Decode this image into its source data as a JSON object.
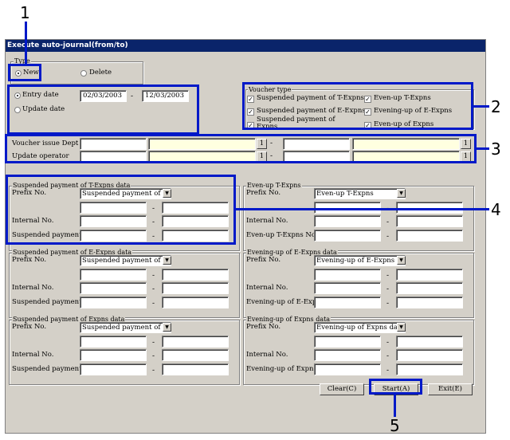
{
  "window": {
    "title": "Execute auto-journal(from/to)"
  },
  "type_group": {
    "label": "Type",
    "options": [
      "New",
      "Delete"
    ],
    "selected": "New"
  },
  "date_group": {
    "entry_date_label": "Entry date",
    "update_date_label": "Update date",
    "selected": "Entry date",
    "from": "02/03/2003",
    "to": "12/03/2003",
    "separator": "-"
  },
  "voucher_type": {
    "label": "Voucher type",
    "items": [
      {
        "label": "Suspended payment of T-Expns",
        "checked": true
      },
      {
        "label": "Even-up T-Expns",
        "checked": true
      },
      {
        "label": "Suspended payment of E-Expns",
        "checked": true
      },
      {
        "label": "Evening-up of E-Expns",
        "checked": true
      },
      {
        "label": "Suspended payment of Expns",
        "checked": true
      },
      {
        "label": "Even-up of Expns",
        "checked": true
      }
    ]
  },
  "filters": {
    "voucher_dept_label": "Voucher issue Dept",
    "update_operator_label": "Update operator",
    "lookup_label": "1",
    "separator": "-"
  },
  "sections": [
    {
      "title": "Suspended payment of T-Expns data",
      "prefix_label": "Prefix No.",
      "prefix_value": "Suspended payment of T-Exp",
      "internal_label": "Internal No.",
      "last_label": "Suspended payment of"
    },
    {
      "title": "Even-up T-Expns",
      "prefix_label": "Prefix No.",
      "prefix_value": "Even-up T-Expns",
      "internal_label": "Internal No.",
      "last_label": "Even-up T-Expns No."
    },
    {
      "title": "Suspended payment of E-Expns data",
      "prefix_label": "Prefix No.",
      "prefix_value": "Suspended payment of E-Exp",
      "internal_label": "Internal No.",
      "last_label": "Suspended payment of"
    },
    {
      "title": "Evening-up of E-Expns data",
      "prefix_label": "Prefix No.",
      "prefix_value": "Evening-up of E-Expns data",
      "internal_label": "Internal No.",
      "last_label": "Evening-up of E-Expns"
    },
    {
      "title": "Suspended payment of Expns data",
      "prefix_label": "Prefix No.",
      "prefix_value": "Suspended payment of Expns",
      "internal_label": "Internal No.",
      "last_label": "Suspended payment of"
    },
    {
      "title": "Evening-up of Expns data",
      "prefix_label": "Prefix No.",
      "prefix_value": "Evening-up of Expns data",
      "internal_label": "Internal No.",
      "last_label": "Evening-up of Expns"
    }
  ],
  "section_separator": "-",
  "buttons": {
    "clear": "Clear(C)",
    "start": "Start(A)",
    "exit": "Exit(E)"
  },
  "callouts": [
    "1",
    "2",
    "3",
    "4",
    "5"
  ],
  "colors": {
    "highlight": "#0019c8",
    "titlebar": "#0a246a",
    "input_yellow": "#ffffe0"
  }
}
